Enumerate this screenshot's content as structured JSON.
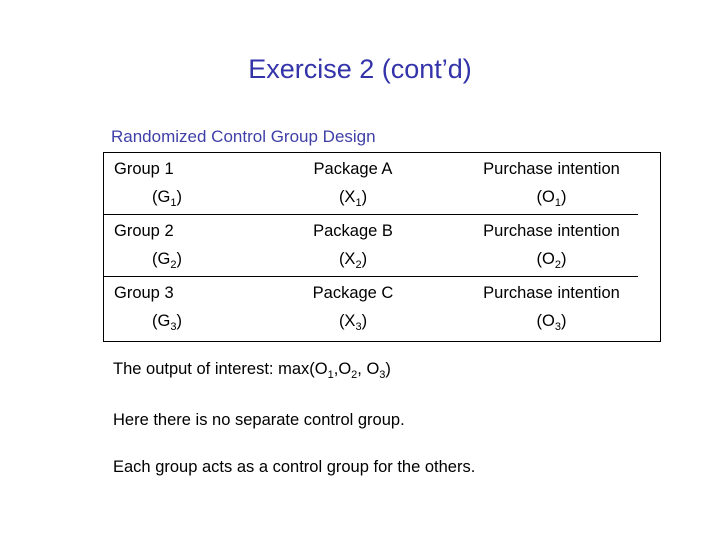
{
  "slide": {
    "title": "Exercise 2 (cont’d)",
    "subtitle": "Randomized Control Group Design",
    "title_color": "#3333AA",
    "subtitle_color": "#3F3FA8",
    "text_color": "#000000",
    "background": "#ffffff"
  },
  "table": {
    "border_color": "#000000",
    "columns": [
      "group",
      "treatment",
      "outcome"
    ],
    "rows": [
      {
        "group_label": "Group 1",
        "group_symbol_open": "(G",
        "group_symbol_sub": "1",
        "group_symbol_close": ")",
        "treatment_label": "Package A",
        "treatment_symbol_open": "(X",
        "treatment_symbol_sub": "1",
        "treatment_symbol_close": ")",
        "outcome_label": "Purchase intention",
        "outcome_symbol_open": "(O",
        "outcome_symbol_sub": "1",
        "outcome_symbol_close": ")"
      },
      {
        "group_label": "Group 2",
        "group_symbol_open": "(G",
        "group_symbol_sub": "2",
        "group_symbol_close": ")",
        "treatment_label": "Package B",
        "treatment_symbol_open": "(X",
        "treatment_symbol_sub": "2",
        "treatment_symbol_close": ")",
        "outcome_label": "Purchase intention",
        "outcome_symbol_open": "(O",
        "outcome_symbol_sub": "2",
        "outcome_symbol_close": ")"
      },
      {
        "group_label": "Group 3",
        "group_symbol_open": "(G",
        "group_symbol_sub": "3",
        "group_symbol_close": ")",
        "treatment_label": "Package C",
        "treatment_symbol_open": "(X",
        "treatment_symbol_sub": "3",
        "treatment_symbol_close": ")",
        "outcome_label": "Purchase intention",
        "outcome_symbol_open": "(O",
        "outcome_symbol_sub": "3",
        "outcome_symbol_close": ")"
      }
    ]
  },
  "notes": {
    "line1_prefix": "The output of interest: max(O",
    "line1_sub1": "1",
    "line1_mid1": ",O",
    "line1_sub2": "2",
    "line1_mid2": ", O",
    "line1_sub3": "3",
    "line1_suffix": ")",
    "line2": "Here there is no separate control group.",
    "line3": "Each group acts as a control group for the others."
  }
}
